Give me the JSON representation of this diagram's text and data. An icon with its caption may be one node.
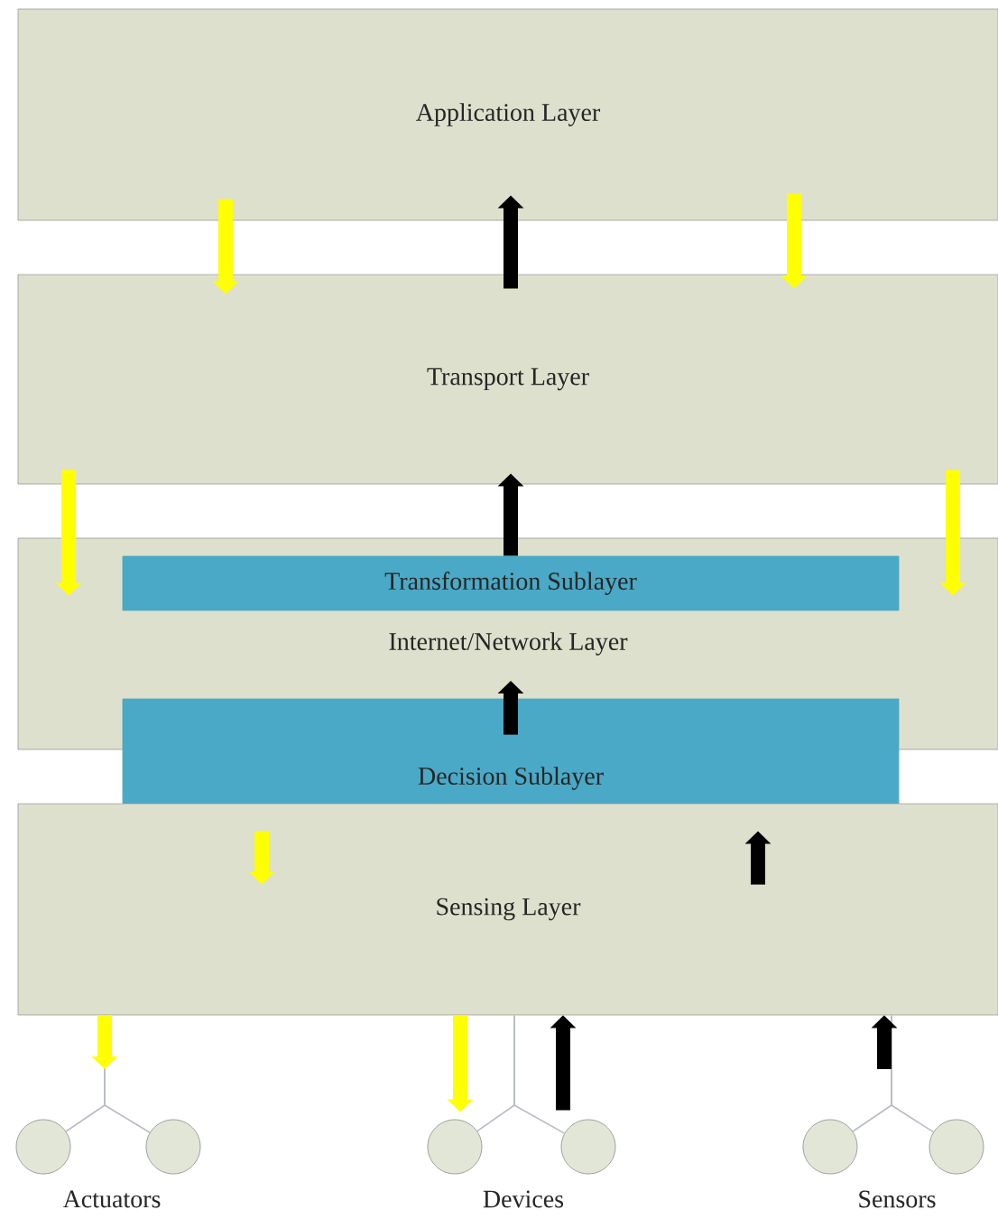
{
  "diagram": {
    "nodes": [
      {
        "text": [
          "Application Layer"
        ]
      },
      {
        "text": [
          "Transport Layer"
        ]
      },
      {
        "text": [
          "Internet/Network Layer"
        ]
      },
      {
        "text": [
          "Transformation Sublayer"
        ],
        "in": 2
      },
      {
        "text": [
          "Decision Sublayer"
        ]
      },
      {
        "text": [
          "Sensing Layer"
        ]
      },
      {
        "text": [],
        "shape": "circle"
      },
      {
        "text": [],
        "shape": "circle"
      },
      {
        "text": [],
        "shape": "circle"
      },
      {
        "text": [],
        "shape": "circle"
      },
      {
        "text": [],
        "shape": "circle"
      },
      {
        "text": [],
        "shape": "circle"
      }
    ],
    "edges": [
      {
        "from": 0,
        "to": 1,
        "arrow": "to",
        "color": "#ffff00"
      },
      {
        "from": 1,
        "to": 0,
        "arrow": "to",
        "color": "#000000"
      },
      {
        "from": 0,
        "to": 1,
        "arrow": "to",
        "color": "#ffff00"
      },
      {
        "from": 1,
        "to": 2,
        "arrow": "to",
        "color": "#ffff00"
      },
      {
        "from": 3,
        "to": 1,
        "arrow": "to",
        "color": "#000000"
      },
      {
        "from": 1,
        "to": 2,
        "arrow": "to",
        "color": "#ffff00"
      },
      {
        "from": 4,
        "to": null,
        "arrow": "to",
        "color": "#000000"
      },
      {
        "from": 4,
        "to": 5,
        "arrow": "to",
        "color": "#ffff00"
      },
      {
        "from": 5,
        "to": 4,
        "arrow": "to",
        "color": "#000000"
      },
      {
        "from": 5,
        "to": null,
        "arrow": "to",
        "color": "#ffff00"
      },
      {
        "from": 5,
        "to": 8,
        "arrow": "to",
        "color": "#ffff00"
      },
      {
        "from": 9,
        "to": 5,
        "arrow": "to",
        "color": "#000000"
      },
      {
        "from": null,
        "to": 5,
        "arrow": "to",
        "color": "#000000"
      },
      {
        "from": 5,
        "to": 6,
        "arrow": "none",
        "color": "#b8bcc4"
      },
      {
        "from": 5,
        "to": 7,
        "arrow": "none",
        "color": "#b8bcc4"
      },
      {
        "from": 5,
        "to": 8,
        "arrow": "none",
        "color": "#b8bcc4"
      },
      {
        "from": 5,
        "to": 9,
        "arrow": "none",
        "color": "#b8bcc4"
      },
      {
        "from": 5,
        "to": 10,
        "arrow": "none",
        "color": "#b8bcc4"
      },
      {
        "from": 5,
        "to": 11,
        "arrow": "none",
        "color": "#b8bcc4"
      }
    ],
    "labels": [
      "Actuators",
      "Devices",
      "Sensors"
    ]
  }
}
